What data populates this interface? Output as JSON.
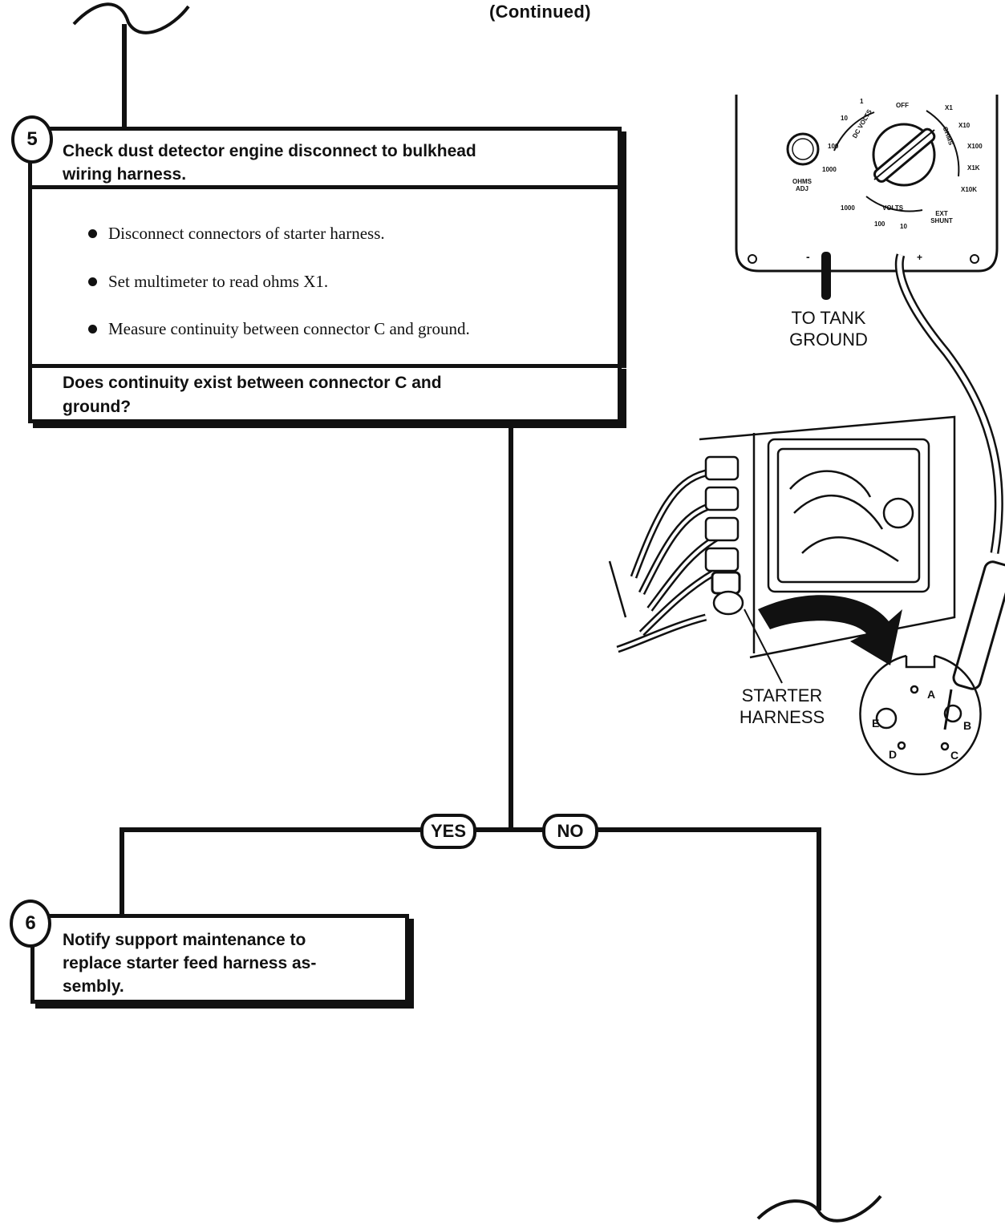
{
  "header": {
    "continued": "(Continued)"
  },
  "step5": {
    "number": "5",
    "title": "Check dust detector engine disconnect to bulkhead wiring harness.",
    "title_line1": "Check dust detector engine disconnect to bulkhead",
    "title_line2": "wiring harness.",
    "bullets": [
      "Disconnect connectors of starter harness.",
      "Set multimeter to read ohms X1.",
      "Measure continuity between connector  C  and ground."
    ],
    "question_line1": "Does continuity exist between connector  C  and",
    "question_line2": "ground?"
  },
  "branches": {
    "yes": "YES",
    "no": "NO"
  },
  "step6": {
    "number": "6",
    "line1": "Notify support maintenance to",
    "line2": "replace starter feed harness as-",
    "line3": "sembly."
  },
  "illustration": {
    "callout_ground_line1": "TO TANK",
    "callout_ground_line2": "GROUND",
    "callout_harness_line1": "STARTER",
    "callout_harness_line2": "HARNESS",
    "meter": {
      "off": "OFF",
      "dc_volts": "DC VOLTS",
      "ohms": "OHMS",
      "volts": "VOLTS",
      "ohms_adj": "OHMS ADJ",
      "ext_shunt": "EXT SHUNT",
      "scale_left": [
        "1",
        "10",
        "100",
        "1000"
      ],
      "scale_bottom": [
        "1000",
        "100",
        "10"
      ],
      "scale_right": [
        "X1",
        "X10",
        "X100",
        "X1K",
        "X10K"
      ],
      "minus": "-",
      "plus": "+"
    },
    "connector_pins": [
      "A",
      "B",
      "C",
      "D",
      "E"
    ]
  }
}
